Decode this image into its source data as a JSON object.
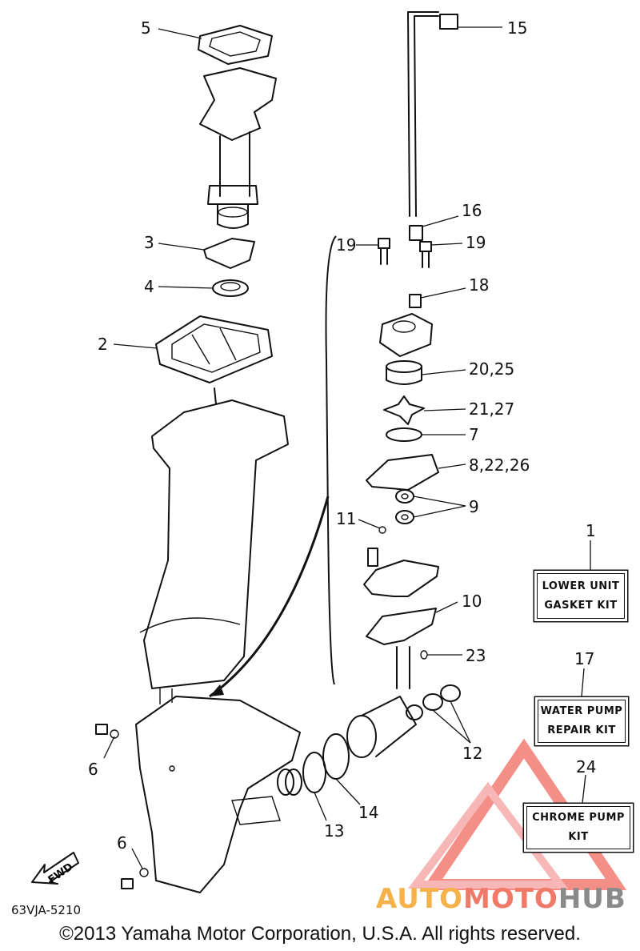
{
  "callouts": {
    "c1": "1",
    "c2": "2",
    "c3": "3",
    "c4": "4",
    "c5": "5",
    "c6a": "6",
    "c6b": "6",
    "c7": "7",
    "c8": "8,22,26",
    "c9": "9",
    "c10": "10",
    "c11": "11",
    "c12": "12",
    "c13": "13",
    "c14": "14",
    "c15": "15",
    "c16": "16",
    "c17": "17",
    "c18": "18",
    "c19a": "19",
    "c19b": "19",
    "c20": "20,25",
    "c21": "21,27",
    "c23": "23",
    "c24": "24"
  },
  "kits": {
    "lower_unit_line1": "LOWER UNIT",
    "lower_unit_line2": "GASKET KIT",
    "water_pump_line1": "WATER PUMP",
    "water_pump_line2": "REPAIR KIT",
    "chrome_pump_line1": "CHROME PUMP",
    "chrome_pump_line2": "KIT"
  },
  "fwd_label": "FWD",
  "diagram_code": "63VJA-5210",
  "copyright": "©2013 Yamaha Motor Corporation, U.S.A. All rights reserved.",
  "watermark": {
    "part1": "AUTO",
    "part2": "MOTO",
    "part3": "HUB"
  },
  "colors": {
    "line": "#111111",
    "watermark_red": "#e8504a",
    "watermark_orange": "#f6b24a",
    "watermark_gray": "#8a8a8a"
  }
}
